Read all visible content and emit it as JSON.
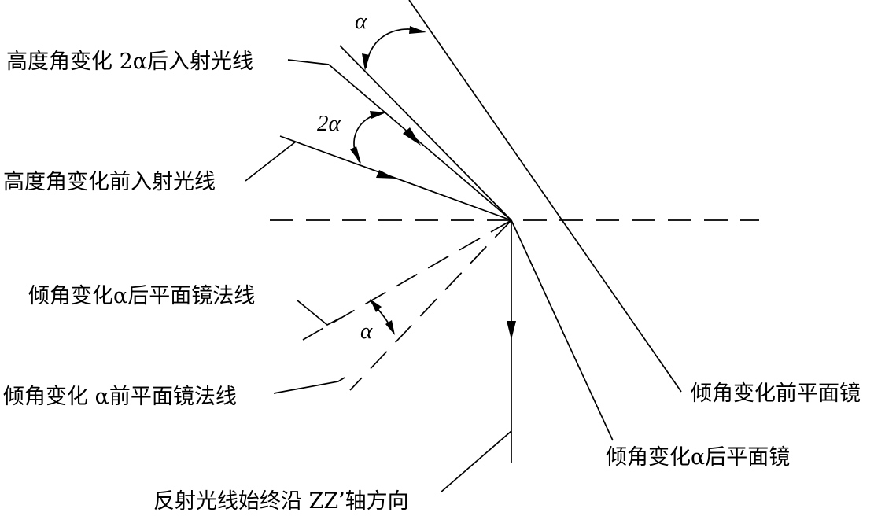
{
  "labels": {
    "incident_after": "高度角变化 2α后入射光线",
    "incident_before": "高度角变化前入射光线",
    "normal_after": "倾角变化α后平面镜法线",
    "normal_before": "倾角变化 α前平面镜法线",
    "mirror_before": "倾角变化前平面镜",
    "mirror_after": "倾角变化α后平面镜",
    "reflected": "反射光线始终沿 ZZ’轴方向"
  },
  "angles": {
    "top": "α",
    "middle": "2α",
    "bottom": "α"
  }
}
